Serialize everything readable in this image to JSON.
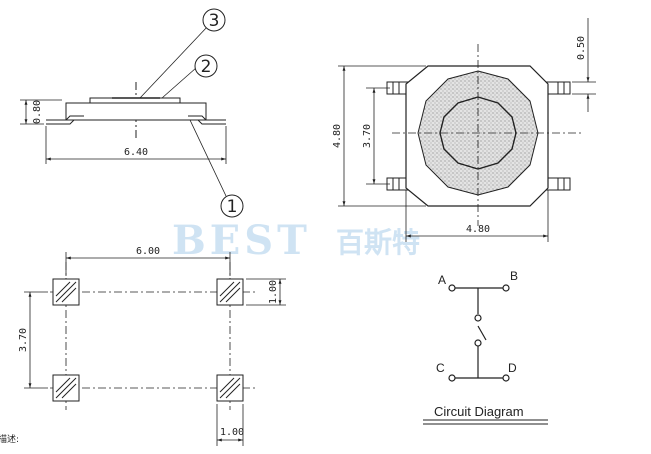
{
  "watermark": {
    "brand_latin": "BEST",
    "brand_cjk": "百斯特"
  },
  "side_view": {
    "height_dim": "0.80",
    "width_dim": "6.40",
    "callouts": [
      "3",
      "2",
      "1"
    ]
  },
  "top_view": {
    "lead_dim": "0.50",
    "outer_height_dim": "4.80",
    "inner_height_dim": "3.70",
    "width_dim": "4.80"
  },
  "pad_layout": {
    "pitch_x_dim": "6.00",
    "pad_height_dim": "1.00",
    "pitch_y_dim": "3.70",
    "pad_width_dim": "1.00",
    "footer_fragment": "描述:"
  },
  "circuit": {
    "title": "Circuit Diagram",
    "pins": [
      "A",
      "B",
      "C",
      "D"
    ]
  }
}
